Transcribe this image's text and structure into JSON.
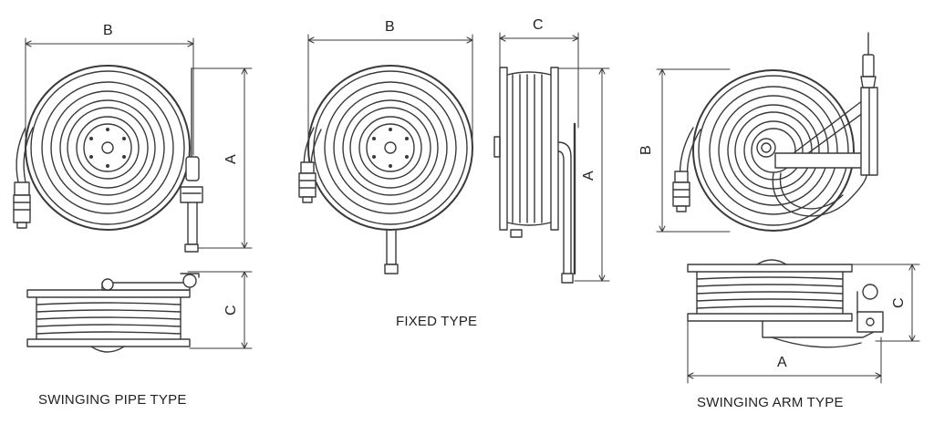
{
  "diagram": {
    "line_color": "#3a3a3a",
    "background": "#ffffff",
    "captions": {
      "swinging_pipe": "SWINGING PIPE TYPE",
      "fixed": "FIXED TYPE",
      "swinging_arm": "SWINGING ARM TYPE"
    },
    "dimensions": {
      "a": "A",
      "b": "B",
      "c": "C"
    }
  }
}
